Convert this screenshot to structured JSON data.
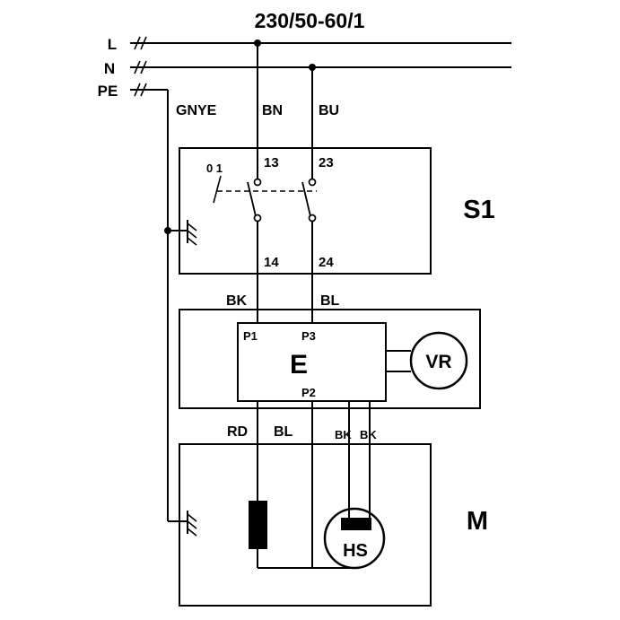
{
  "title": "230/50-60/1",
  "supply": {
    "line_label": "L",
    "neutral_label": "N",
    "earth_label": "PE"
  },
  "wires": {
    "gnye": "GNYE",
    "bn": "BN",
    "bu": "BU",
    "bk_upper": "BK",
    "bl_upper": "BL",
    "rd": "RD",
    "bl_lower": "BL",
    "bk_lower_1": "BK",
    "bk_lower_2": "BK"
  },
  "switch_s1": {
    "label": "S1",
    "positions": "0 1",
    "terminal_13": "13",
    "terminal_23": "23",
    "terminal_14": "14",
    "terminal_24": "24"
  },
  "controller_e": {
    "label": "E",
    "terminal_p1": "P1",
    "terminal_p3": "P3",
    "terminal_p2": "P2",
    "regulator_label": "VR"
  },
  "motor_m": {
    "label": "M",
    "thermal_switch_label": "HS"
  },
  "colors": {
    "stroke": "#000000",
    "background": "#ffffff"
  }
}
